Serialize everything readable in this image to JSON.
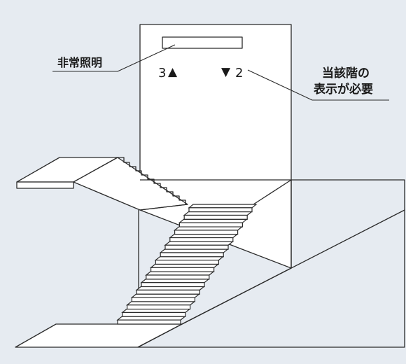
{
  "labels": {
    "emergency_light": "非常照明",
    "floor_indicator_line1": "当該階の",
    "floor_indicator_line2": "表示が必要"
  },
  "indicators": {
    "up_floor": "3",
    "up_arrow": "▲",
    "down_arrow": "▼",
    "down_floor": "2"
  },
  "colors": {
    "background": "#e6ebf1",
    "line": "#2b2b2b",
    "fill": "#ffffff"
  }
}
